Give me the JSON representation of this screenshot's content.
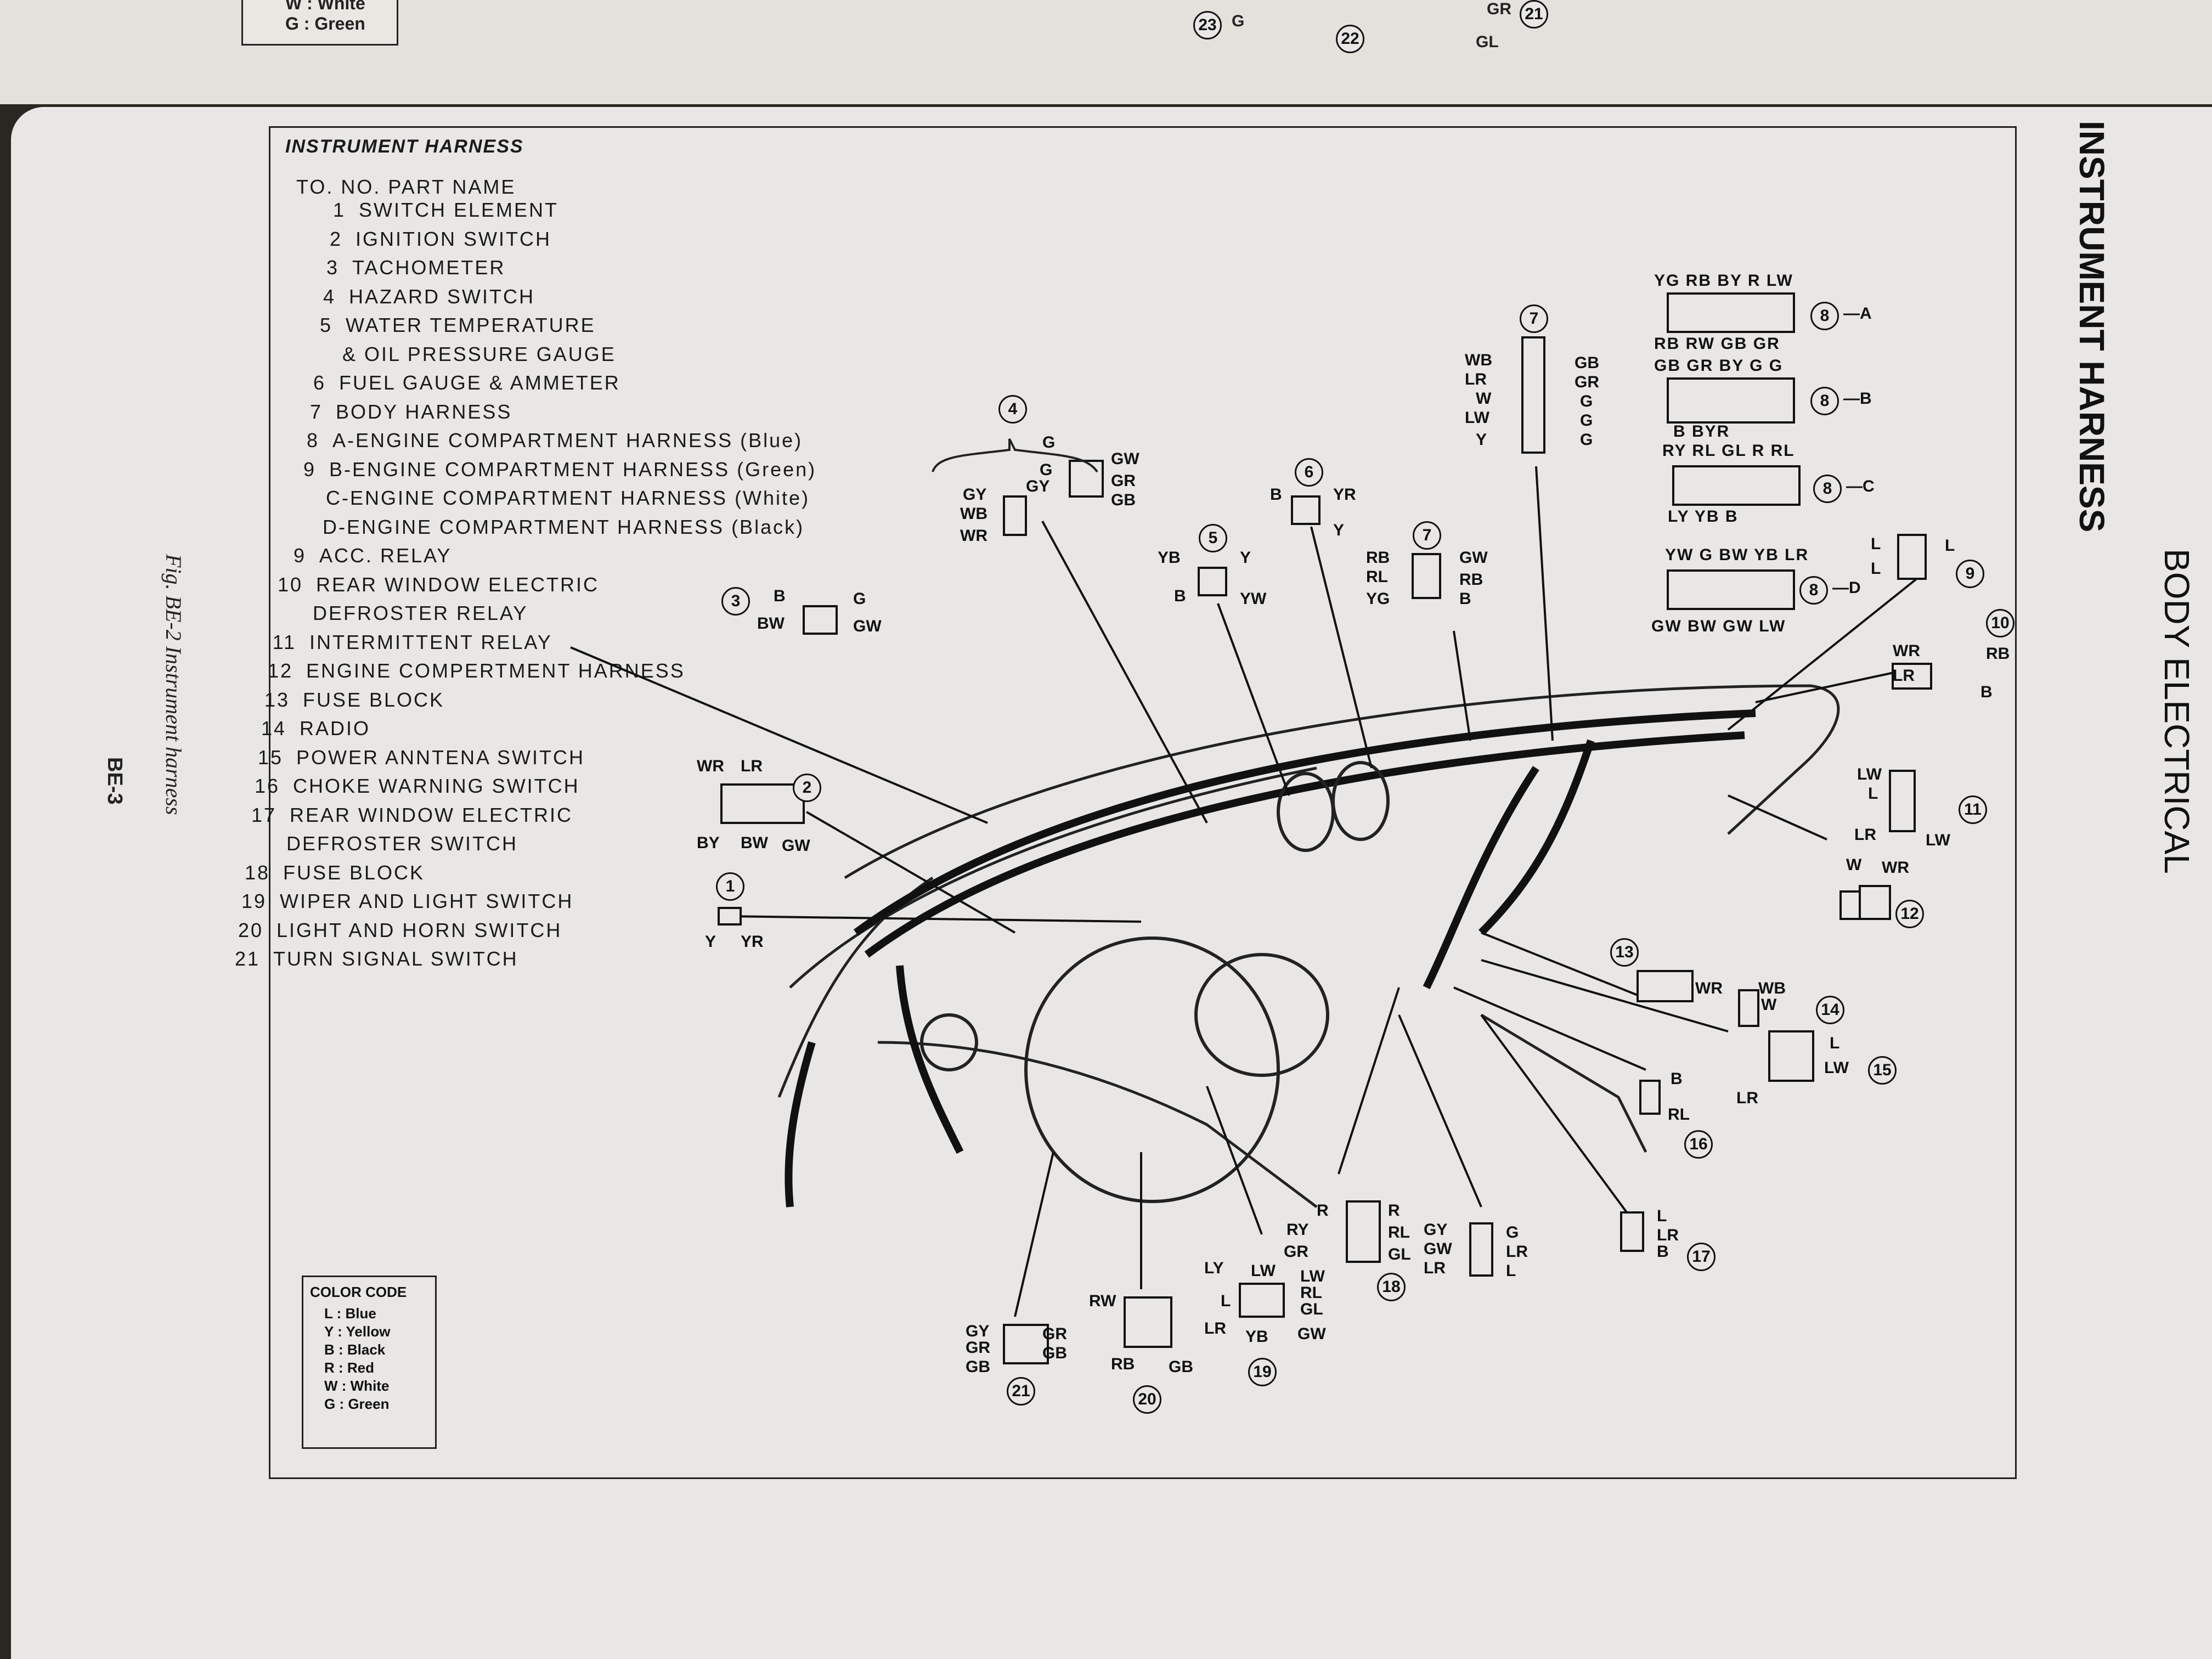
{
  "previous_page": {
    "color_code_fragment": [
      "W : White",
      "G : Green"
    ],
    "callout_23": "23",
    "callout_22": "22",
    "callout_21": "21",
    "fragment_g": "G",
    "fragment_gr": "GR",
    "fragment_gl": "GL"
  },
  "page": {
    "section_title": "INSTRUMENT HARNESS",
    "header_right_1": "INSTRUMENT HARNESS",
    "header_right_2": "BODY ELECTRICAL",
    "figure_caption": "Fig. BE-2 Instrument harness",
    "page_number": "BE-3"
  },
  "parts_header": "TO. NO. PART NAME",
  "parts": [
    {
      "no": "1",
      "name": "SWITCH ELEMENT"
    },
    {
      "no": "2",
      "name": "IGNITION SWITCH"
    },
    {
      "no": "3",
      "name": "TACHOMETER"
    },
    {
      "no": "4",
      "name": "HAZARD SWITCH"
    },
    {
      "no": "5",
      "name": "WATER TEMPERATURE"
    },
    {
      "no": "",
      "name": "& OIL PRESSURE GAUGE"
    },
    {
      "no": "6",
      "name": "FUEL GAUGE & AMMETER"
    },
    {
      "no": "7",
      "name": "BODY HARNESS"
    },
    {
      "no": "8",
      "name": "A-ENGINE COMPARTMENT HARNESS (Blue)"
    },
    {
      "no": "9",
      "name": "B-ENGINE COMPARTMENT HARNESS (Green)"
    },
    {
      "no": "",
      "name": "C-ENGINE COMPARTMENT HARNESS (White)"
    },
    {
      "no": "",
      "name": "D-ENGINE COMPARTMENT HARNESS (Black)"
    },
    {
      "no": "9",
      "name": "ACC. RELAY"
    },
    {
      "no": "10",
      "name": "REAR WINDOW ELECTRIC"
    },
    {
      "no": "",
      "name": "DEFROSTER RELAY"
    },
    {
      "no": "11",
      "name": "INTERMITTENT RELAY"
    },
    {
      "no": "12",
      "name": "ENGINE COMPERTMENT HARNESS"
    },
    {
      "no": "13",
      "name": "FUSE BLOCK"
    },
    {
      "no": "14",
      "name": "RADIO"
    },
    {
      "no": "15",
      "name": "POWER ANNTENA SWITCH"
    },
    {
      "no": "16",
      "name": "CHOKE WARNING SWITCH"
    },
    {
      "no": "17",
      "name": "REAR WINDOW ELECTRIC"
    },
    {
      "no": "",
      "name": "DEFROSTER SWITCH"
    },
    {
      "no": "18",
      "name": "FUSE BLOCK"
    },
    {
      "no": "19",
      "name": "WIPER AND LIGHT SWITCH"
    },
    {
      "no": "20",
      "name": "LIGHT AND HORN SWITCH"
    },
    {
      "no": "21",
      "name": "TURN SIGNAL SWITCH"
    }
  ],
  "color_code": {
    "title": "COLOR CODE",
    "entries": [
      "L : Blue",
      "Y : Yellow",
      "B : Black",
      "R : Red",
      "W : White",
      "G : Green"
    ]
  },
  "connector_labels": {
    "c1": {
      "num": "1",
      "wires": [
        "Y",
        "YR"
      ]
    },
    "c2": {
      "num": "2",
      "top": [
        "WR",
        "LR"
      ],
      "bottom": [
        "BY",
        "BW",
        "GW"
      ]
    },
    "c3": {
      "num": "3",
      "wires": [
        "B",
        "G",
        "BW",
        "GW"
      ]
    },
    "c4": {
      "num": "4",
      "wires": [
        "G",
        "G",
        "GY",
        "GW",
        "GR",
        "GB",
        "GY",
        "WB",
        "WR"
      ]
    },
    "c5": {
      "num": "5",
      "wires": [
        "YB",
        "Y",
        "B",
        "YW"
      ]
    },
    "c6": {
      "num": "6",
      "wires": [
        "B",
        "YR",
        "Y"
      ]
    },
    "c7a": {
      "num": "7",
      "left": [
        "RB",
        "RL",
        "YG"
      ],
      "right": [
        "GW",
        "RB",
        "B"
      ]
    },
    "c7b": {
      "num": "7",
      "left": [
        "WB",
        "LR",
        "W",
        "LW",
        "Y"
      ],
      "right": [
        "GB",
        "GR",
        "G",
        "G",
        "G"
      ]
    },
    "c8a": {
      "num": "8",
      "suffix": "—A",
      "top": "YG RB BY R LW"
    },
    "c8b": {
      "num": "8",
      "suffix": "—B",
      "top1": "RB RW GB GR",
      "top2": "GB GR BY G G",
      "bottom": "B BYR"
    },
    "c8c": {
      "num": "8",
      "suffix": "—C",
      "top": "RY RL GL R RL",
      "bottom": "LY YB B"
    },
    "c8d": {
      "num": "8",
      "suffix": "—D",
      "top": "YW G BW YB LR",
      "bottom": "GW BW GW LW"
    },
    "c9": {
      "num": "9",
      "wires": [
        "L",
        "L",
        "L"
      ]
    },
    "c10": {
      "num": "10",
      "wires": [
        "WR",
        "RB",
        "LR",
        "B"
      ]
    },
    "c11": {
      "num": "11",
      "wires": [
        "LW",
        "L",
        "LR",
        "LW"
      ]
    },
    "c12": {
      "num": "12",
      "wires": [
        "W",
        "WR"
      ]
    },
    "c13": {
      "num": "13",
      "wires": [
        "WR"
      ]
    },
    "c14": {
      "num": "14",
      "wires": [
        "WB",
        "W"
      ]
    },
    "c15": {
      "num": "15",
      "wires": [
        "L",
        "LW",
        "LR"
      ]
    },
    "c16": {
      "num": "16",
      "wires": [
        "B",
        "RL"
      ]
    },
    "c17": {
      "num": "17",
      "wires": [
        "L",
        "LR",
        "B"
      ]
    },
    "c18": {
      "num": "18",
      "left": [
        "R",
        "RY",
        "GR"
      ],
      "right": [
        "R",
        "RL",
        "GL"
      ],
      "extra": [
        "GY",
        "GW",
        "LR",
        "G",
        "LR",
        "L"
      ]
    },
    "c19": {
      "num": "19",
      "wires": [
        "LY",
        "LW",
        "LW",
        "RL",
        "L",
        "GL",
        "LR",
        "YB",
        "GW"
      ]
    },
    "c20": {
      "num": "20",
      "wires": [
        "RW",
        "RB",
        "GB"
      ]
    },
    "c21": {
      "num": "21",
      "left": [
        "GY",
        "GR",
        "GB"
      ],
      "right": [
        "GR",
        "GB"
      ]
    }
  }
}
